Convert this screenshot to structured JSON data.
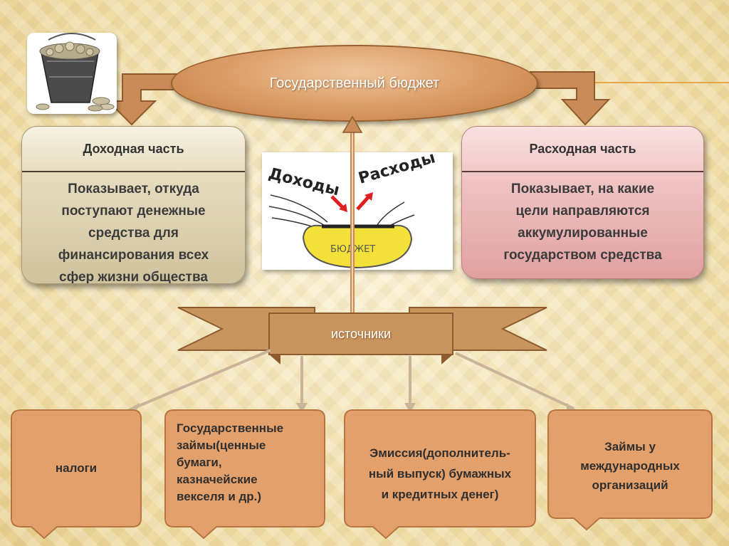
{
  "title": "Государственный бюджет",
  "income": {
    "heading": "Доходная часть",
    "description_lines": [
      "Показывает, откуда",
      "поступают денежные",
      "средства для",
      "финансирования всех",
      "сфер жизни общества"
    ]
  },
  "expense": {
    "heading": "Расходная часть",
    "description_lines": [
      "Показывает, на какие",
      "цели направляются",
      "аккумулированные",
      "государством средства"
    ]
  },
  "picture": {
    "word_income": "Доходы",
    "word_expense": "Расходы",
    "pot_label": "БЮДЖЕТ"
  },
  "sources_label": "источники",
  "sources": [
    {
      "lines": [
        "налоги"
      ]
    },
    {
      "lines": [
        "Государственные",
        "займы(ценные",
        "бумаги,",
        "казначейские",
        "векселя и др.)"
      ]
    },
    {
      "lines": [
        "Эмиссия(дополнитель-",
        "ный выпуск) бумажных",
        "и кредитных денег)"
      ]
    },
    {
      "lines": [
        "Займы у",
        "международных",
        "организаций"
      ]
    }
  ],
  "colors": {
    "ellipse": "#d99a63",
    "ribbon": "#c9955e",
    "source_box": "#e4a06a",
    "income_box": "#e7dcc0",
    "expense_box": "#f0c4c4",
    "arrow": "#c98c58"
  }
}
